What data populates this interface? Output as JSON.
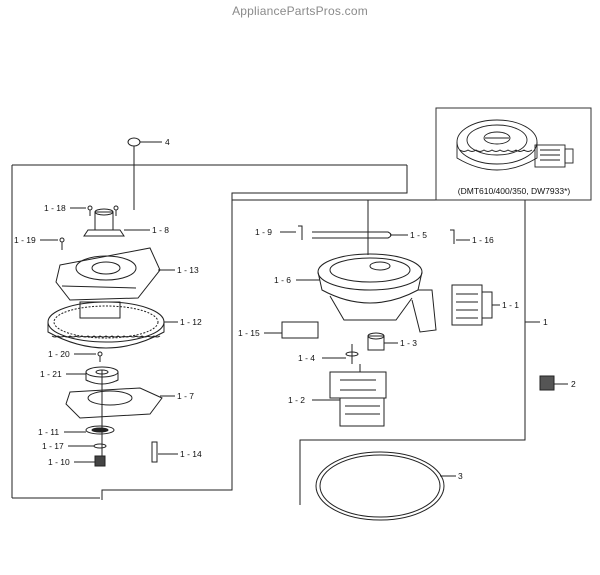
{
  "header": {
    "watermark": "AppliancePartsPros.com"
  },
  "inset": {
    "caption": "(DMT610/400/350, DW7933*)"
  },
  "callouts": [
    {
      "id": "4",
      "label": "4"
    },
    {
      "id": "1-18",
      "label": "1 - 18"
    },
    {
      "id": "1-8",
      "label": "1 - 8"
    },
    {
      "id": "1-19",
      "label": "1 - 19"
    },
    {
      "id": "1-13",
      "label": "1 - 13"
    },
    {
      "id": "1-12",
      "label": "1 - 12"
    },
    {
      "id": "1-20",
      "label": "1 - 20"
    },
    {
      "id": "1-21",
      "label": "1 - 21"
    },
    {
      "id": "1-7",
      "label": "1 - 7"
    },
    {
      "id": "1-11",
      "label": "1 - 11"
    },
    {
      "id": "1-17",
      "label": "1 - 17"
    },
    {
      "id": "1-10",
      "label": "1 - 10"
    },
    {
      "id": "1-14",
      "label": "1 - 14"
    },
    {
      "id": "1-9",
      "label": "1 - 9"
    },
    {
      "id": "1-5",
      "label": "1 - 5"
    },
    {
      "id": "1-16",
      "label": "1 - 16"
    },
    {
      "id": "1-6",
      "label": "1 - 6"
    },
    {
      "id": "1-1",
      "label": "1 - 1"
    },
    {
      "id": "1",
      "label": "1"
    },
    {
      "id": "1-15",
      "label": "1 - 15"
    },
    {
      "id": "1-3",
      "label": "1 - 3"
    },
    {
      "id": "1-4",
      "label": "1 - 4"
    },
    {
      "id": "1-2",
      "label": "1 - 2"
    },
    {
      "id": "2",
      "label": "2"
    },
    {
      "id": "3",
      "label": "3"
    }
  ]
}
